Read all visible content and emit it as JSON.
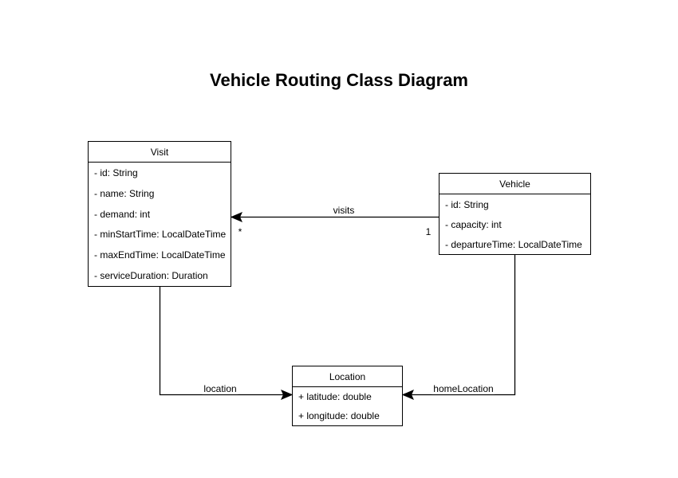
{
  "page": {
    "title": "Vehicle Routing Class Diagram",
    "background": "#ffffff"
  },
  "colors": {
    "shape_fill": "#ffffff",
    "shape_border": "#000000",
    "text": "#000000",
    "connector": "#000000"
  },
  "classes": [
    {
      "name": "Visit",
      "attributes": [
        "- id: String",
        "- name: String",
        "- demand: int",
        "- minStartTime: LocalDateTime",
        "- maxEndTime: LocalDateTime",
        "- serviceDuration: Duration"
      ]
    },
    {
      "name": "Vehicle",
      "attributes": [
        "- id: String",
        "- capacity: int",
        "- departureTime: LocalDateTime"
      ]
    },
    {
      "name": "Location",
      "attributes": [
        "+ latitude: double",
        "+ longitude: double"
      ]
    }
  ],
  "relationships": [
    {
      "label": "visits",
      "from": "Vehicle",
      "to": "Visit",
      "source_multiplicity": "1",
      "target_multiplicity": "*"
    },
    {
      "label": "location",
      "from": "Visit",
      "to": "Location"
    },
    {
      "label": "homeLocation",
      "from": "Vehicle",
      "to": "Location"
    }
  ]
}
